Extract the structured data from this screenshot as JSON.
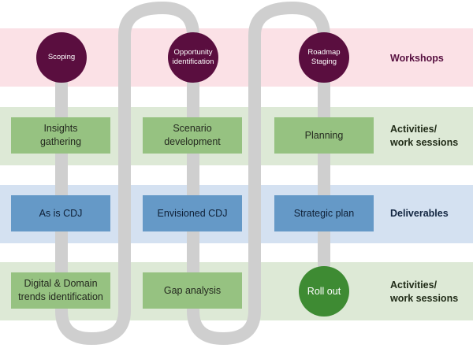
{
  "rows": {
    "workshops": {
      "label": "Workshops",
      "items": [
        "Scoping",
        "Opportunity identification",
        "Roadmap Staging"
      ]
    },
    "activities_1": {
      "label_line1": "Activities/",
      "label_line2": "work sessions",
      "items": [
        {
          "line1": "Insights",
          "line2": "gathering"
        },
        {
          "line1": "Scenario",
          "line2": "development"
        },
        {
          "line1": "Planning",
          "line2": ""
        }
      ]
    },
    "deliverables": {
      "label": "Deliverables",
      "items": [
        "As is CDJ",
        "Envisioned CDJ",
        "Strategic plan"
      ]
    },
    "activities_2": {
      "label_line1": "Activities/",
      "label_line2": "work sessions",
      "items": [
        {
          "line1": "Digital & Domain",
          "line2": "trends identification"
        },
        {
          "line1": "Gap analysis",
          "line2": ""
        },
        {
          "line1": "Roll out",
          "line2": ""
        }
      ]
    }
  },
  "colors": {
    "workshop_circle": "#5a0e3f",
    "rollout_circle": "#3e8b33",
    "green_box": "#96c281",
    "blue_box": "#6599c7",
    "path": "#cfcfcf"
  }
}
